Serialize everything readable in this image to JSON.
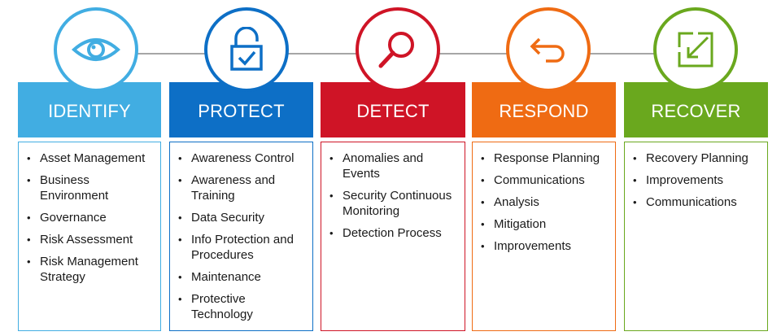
{
  "functions": [
    {
      "title": "IDENTIFY",
      "icon": "eye-icon",
      "color": "#41ade2",
      "items": [
        "Asset Management",
        "Business Environment",
        "Governance",
        "Risk Assessment",
        "Risk Management Strategy"
      ]
    },
    {
      "title": "PROTECT",
      "icon": "padlock-check-icon",
      "color": "#0d6fc6",
      "items": [
        "Awareness Control",
        "Awareness and Training",
        "Data Security",
        "Info Protection and Procedures",
        "Maintenance",
        "Protective Technology"
      ]
    },
    {
      "title": "DETECT",
      "icon": "magnifier-icon",
      "color": "#cf1426",
      "items": [
        "Anomalies and Events",
        "Security Continuous Monitoring",
        "Detection Process"
      ]
    },
    {
      "title": "RESPOND",
      "icon": "return-arrow-icon",
      "color": "#ef6b13",
      "items": [
        "Response Planning",
        "Communications",
        "Analysis",
        "Mitigation",
        "Improvements"
      ]
    },
    {
      "title": "RECOVER",
      "icon": "recover-arrow-box-icon",
      "color": "#6aa81e",
      "items": [
        "Recovery Planning",
        "Improvements",
        "Communications"
      ]
    }
  ]
}
